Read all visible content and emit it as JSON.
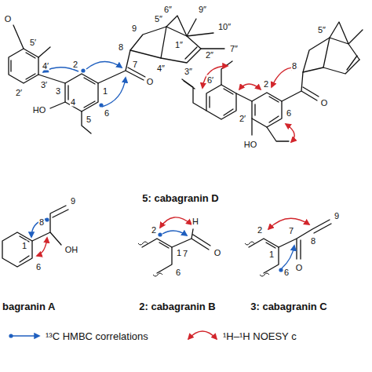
{
  "diagram": {
    "labels": [
      "O",
      "5′",
      "4′",
      "3′",
      "2′",
      "3",
      "2",
      "1",
      "4",
      "HO",
      "5",
      "6",
      "7",
      "O",
      "8",
      "9",
      "1″",
      "2″",
      "3″",
      "4″",
      "5″",
      "6″",
      "7″",
      "9″",
      "10″",
      "6′",
      "2′",
      "HO",
      "2",
      "6",
      "O",
      "8",
      "5″",
      "5: cabagranin D",
      "9",
      "8",
      "OH",
      "1",
      "6",
      "bagranin A",
      "2",
      "H",
      "7",
      "O",
      "1",
      "6",
      "2: cabagranin B",
      "2",
      "8",
      "9",
      "7",
      "O",
      "1",
      "6",
      "3: cabagranin C"
    ],
    "legend": [
      {
        "text": "¹³C HMBC correlations"
      },
      {
        "text": "¹H–¹H NOESY c"
      }
    ]
  }
}
